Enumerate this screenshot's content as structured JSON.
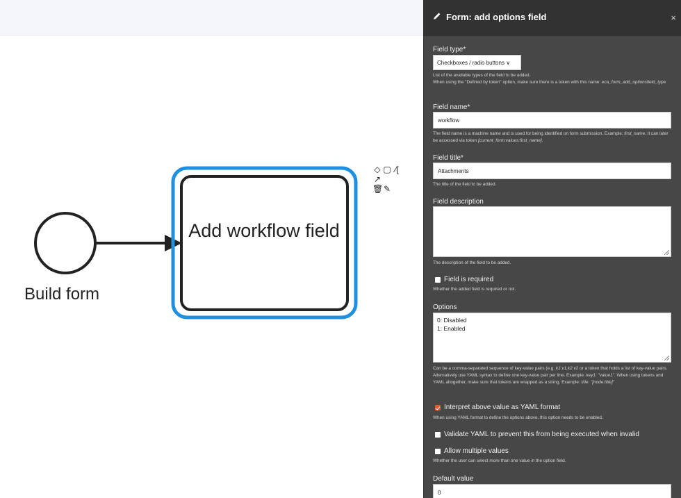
{
  "diagram": {
    "start_event_label": "Build form",
    "task_label": "Add workflow field",
    "context_pad": [
      "gateway-icon",
      "task-icon",
      "annotation-icon",
      "connect-icon",
      "delete-icon",
      "color-icon"
    ]
  },
  "panel": {
    "title": "Form: add options field",
    "field_type": {
      "label": "Field type*",
      "value": "Checkboxes / radio buttons",
      "desc_line1": "List of the available types of the field to be added.",
      "desc_line2_prefix": "When using the \"Defined by token\" option, make sure there is a token with this name: ",
      "desc_token": "eca_form_add_optionsfield_type"
    },
    "field_name": {
      "label": "Field name*",
      "value": "workflow",
      "desc_prefix": "The field name is a machine name and is used for being identified on form submission. Example: ",
      "desc_example": "first_name",
      "desc_mid": ". It can later be accessed via token ",
      "desc_token": "[current_form:values:first_name]",
      "desc_suffix": "."
    },
    "field_title": {
      "label": "Field title*",
      "value": "Attachments",
      "desc": "The title of the field to be added."
    },
    "field_description": {
      "label": "Field description",
      "value": "",
      "desc": "The description of the field to be added."
    },
    "field_required": {
      "label": "Field is required",
      "checked": false,
      "desc": "Whether the added field is required or not."
    },
    "options": {
      "label": "Options",
      "lines": [
        "0: Disabled",
        "1: Enabled"
      ],
      "desc_a": "Can be a comma-separated sequence of key-value pairs (e.g. ",
      "desc_b": "k1:v1,k2:v2",
      "desc_c": " or a token that holds a list of key-value pairs. Alternatively use YAML syntax to define one key-value pair per line. Example: ",
      "desc_d": "key1: \"value1\"",
      "desc_e": ". When using tokens and YAML altogether, make sure that tokens are wrapped as a string. Example: ",
      "desc_f": "title: \"[node:title]\""
    },
    "yaml_format": {
      "label": "Interpret above value as YAML format",
      "checked": true,
      "desc": "When using YAML format to define the options above, this option needs to be enabled."
    },
    "validate_yaml": {
      "label": "Validate YAML to prevent this from being executed when invalid",
      "checked": false
    },
    "multiple_values": {
      "label": "Allow multiple values",
      "checked": false,
      "desc": "Whether the user can select more than one value in the option field."
    },
    "default_value": {
      "label": "Default value",
      "value": "0"
    }
  },
  "colors": {
    "selection": "#1e8fe1",
    "panel_bg": "#474747",
    "panel_header": "#323232",
    "checkbox_checked": "#e0592a"
  }
}
